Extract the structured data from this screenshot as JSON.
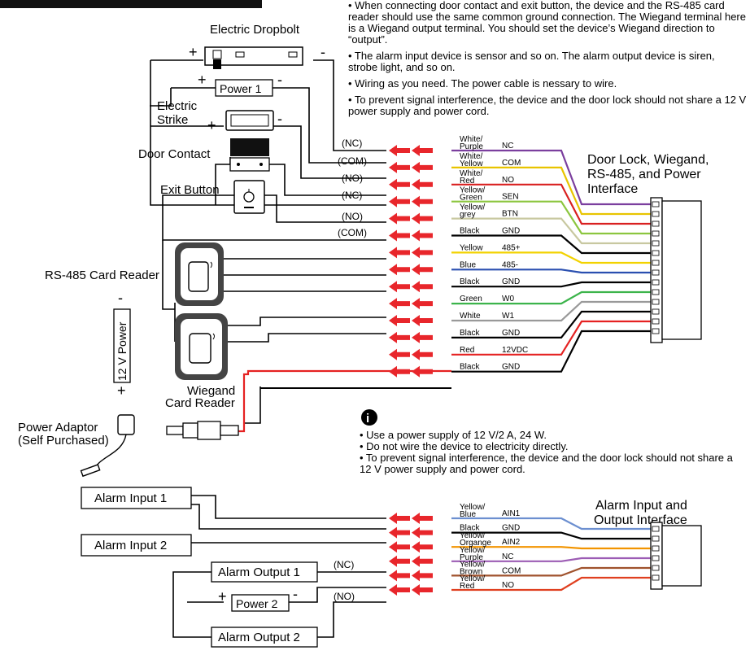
{
  "top_notes": [
    "• When connecting door contact and exit button, the device and the RS-485 card reader should use the same common ground connection. The Wiegand terminal here is a Wiegand output terminal. You should set the device’s Wiegand direction to “output”.",
    "• The alarm input device is sensor and so on. The alarm output device is siren, strobe light, and so on.",
    "• Wiring as you need. The power cable is nessary to wire.",
    "• To prevent signal interference, the device and the door lock should not share a 12 V power supply and power cord."
  ],
  "info_icon": "i",
  "mid_notes": [
    "• Use a power supply of 12 V/2 A, 24 W.",
    "• Do not wire the device to electricity directly.",
    "• To prevent signal interference, the device and the door lock should not share a 12 V power supply and power cord."
  ],
  "devices": {
    "electric_dropbolt": "Electric Dropbolt",
    "power1": "Power 1",
    "electric_strike_l1": "Electric",
    "electric_strike_l2": "Strike",
    "door_contact": "Door Contact",
    "exit_button": "Exit Button",
    "rs485_reader": "RS-485 Card Reader",
    "power_12v": "12 V Power",
    "wiegand_l1": "Wiegand",
    "wiegand_l2": "Card Reader",
    "adaptor_l1": "Power Adaptor",
    "adaptor_l2": "(Self Purchased)",
    "alarm_input1": "Alarm Input 1",
    "alarm_input2": "Alarm Input 2",
    "alarm_output1": "Alarm Output 1",
    "power2": "Power 2",
    "alarm_output2": "Alarm Output 2",
    "plus": "+",
    "minus": "-"
  },
  "terminal_labels": [
    "(NC)",
    "(COM)",
    "(NO)",
    "(NC)",
    "(NO)",
    "(COM)"
  ],
  "alarm_output_labels": [
    "(NC)",
    "(NO)"
  ],
  "interface1_l1": "Door Lock, Wiegand,",
  "interface1_l2": "RS-485, and Power",
  "interface1_l3": "Interface",
  "interface2_l1": "Alarm Input and",
  "interface2_l2": "Output Interface",
  "wires1": [
    {
      "color": "White/ Purple",
      "pin": "NC",
      "stroke": "#7b3f9e"
    },
    {
      "color": "White/ Yellow",
      "pin": "COM",
      "stroke": "#e8c400"
    },
    {
      "color": "White/ Red",
      "pin": "NO",
      "stroke": "#d92020"
    },
    {
      "color": "Yellow/ Green",
      "pin": "SEN",
      "stroke": "#8cc63f"
    },
    {
      "color": "Yellow/ grey",
      "pin": "BTN",
      "stroke": "#c8c8a0"
    },
    {
      "color": "Black",
      "pin": "GND",
      "stroke": "#000000"
    },
    {
      "color": "Yellow",
      "pin": "485+",
      "stroke": "#f2d200"
    },
    {
      "color": "Blue",
      "pin": "485-",
      "stroke": "#2a4fb0"
    },
    {
      "color": "Black",
      "pin": "GND",
      "stroke": "#000000"
    },
    {
      "color": "Green",
      "pin": "W0",
      "stroke": "#3cb44b"
    },
    {
      "color": "White",
      "pin": "W1",
      "stroke": "#999999"
    },
    {
      "color": "Black",
      "pin": "GND",
      "stroke": "#000000"
    },
    {
      "color": "Red",
      "pin": "12VDC",
      "stroke": "#e52222"
    },
    {
      "color": "Black",
      "pin": "GND",
      "stroke": "#000000"
    }
  ],
  "wires2": [
    {
      "color": "Yellow/ Blue",
      "pin": "AIN1",
      "stroke": "#6c8fd0"
    },
    {
      "color": "Black",
      "pin": "GND",
      "stroke": "#000000"
    },
    {
      "color": "Yellow/ Organge",
      "pin": "AIN2",
      "stroke": "#f29400"
    },
    {
      "color": "Yellow/ Purple",
      "pin": "NC",
      "stroke": "#9c5cb4"
    },
    {
      "color": "Yellow/ Brown",
      "pin": "COM",
      "stroke": "#a0522d"
    },
    {
      "color": "Yellow/ Red",
      "pin": "NO",
      "stroke": "#e04020"
    }
  ],
  "accent_arrow": "#e8262b"
}
